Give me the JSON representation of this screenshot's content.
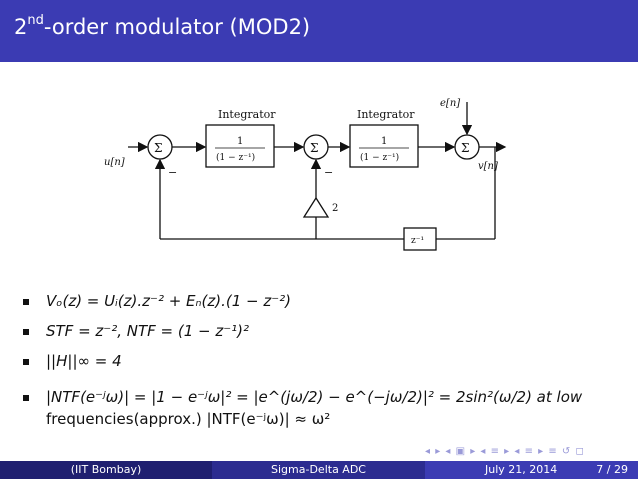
{
  "slide": {
    "title_main": "2",
    "title_sup": "nd",
    "title_rest": "-order modulator (MOD2)"
  },
  "diagram": {
    "integrator1_label": "Integrator",
    "integrator2_label": "Integrator",
    "block_numerator": "1",
    "block_denominator": "(1 − z⁻¹)",
    "sum_symbol": "Σ",
    "input_label": "u[n]",
    "output_label": "v[n]",
    "noise_label": "e[n]",
    "gain_label": "2",
    "delay_label": "z⁻¹",
    "minus_sign": "−"
  },
  "bullets": [
    {
      "text": "Vₒ(z) = Uᵢ(z).z⁻² + Eₙ(z).(1 − z⁻²)"
    },
    {
      "text": "STF = z⁻², NTF = (1 − z⁻¹)²"
    },
    {
      "text": "||H||∞ = 4"
    },
    {
      "text": "|NTF(e⁻ʲω)| = |1 − e⁻ʲω|² = |e^(jω/2) − e^(−jω/2)|² = 2sin²(ω/2) at low",
      "cont": "frequencies(approx.) |NTF(e⁻ʲω)| ≈ ω²"
    }
  ],
  "nav_symbols": "◂ ▸ ◂ ▣ ▸ ◂ ≡ ▸ ◂ ≡ ▸ ≡ ↺ ◻",
  "footer": {
    "institution": "(IIT Bombay)",
    "short_title": "Sigma-Delta ADC",
    "date": "July 21, 2014",
    "page": "7 / 29"
  }
}
